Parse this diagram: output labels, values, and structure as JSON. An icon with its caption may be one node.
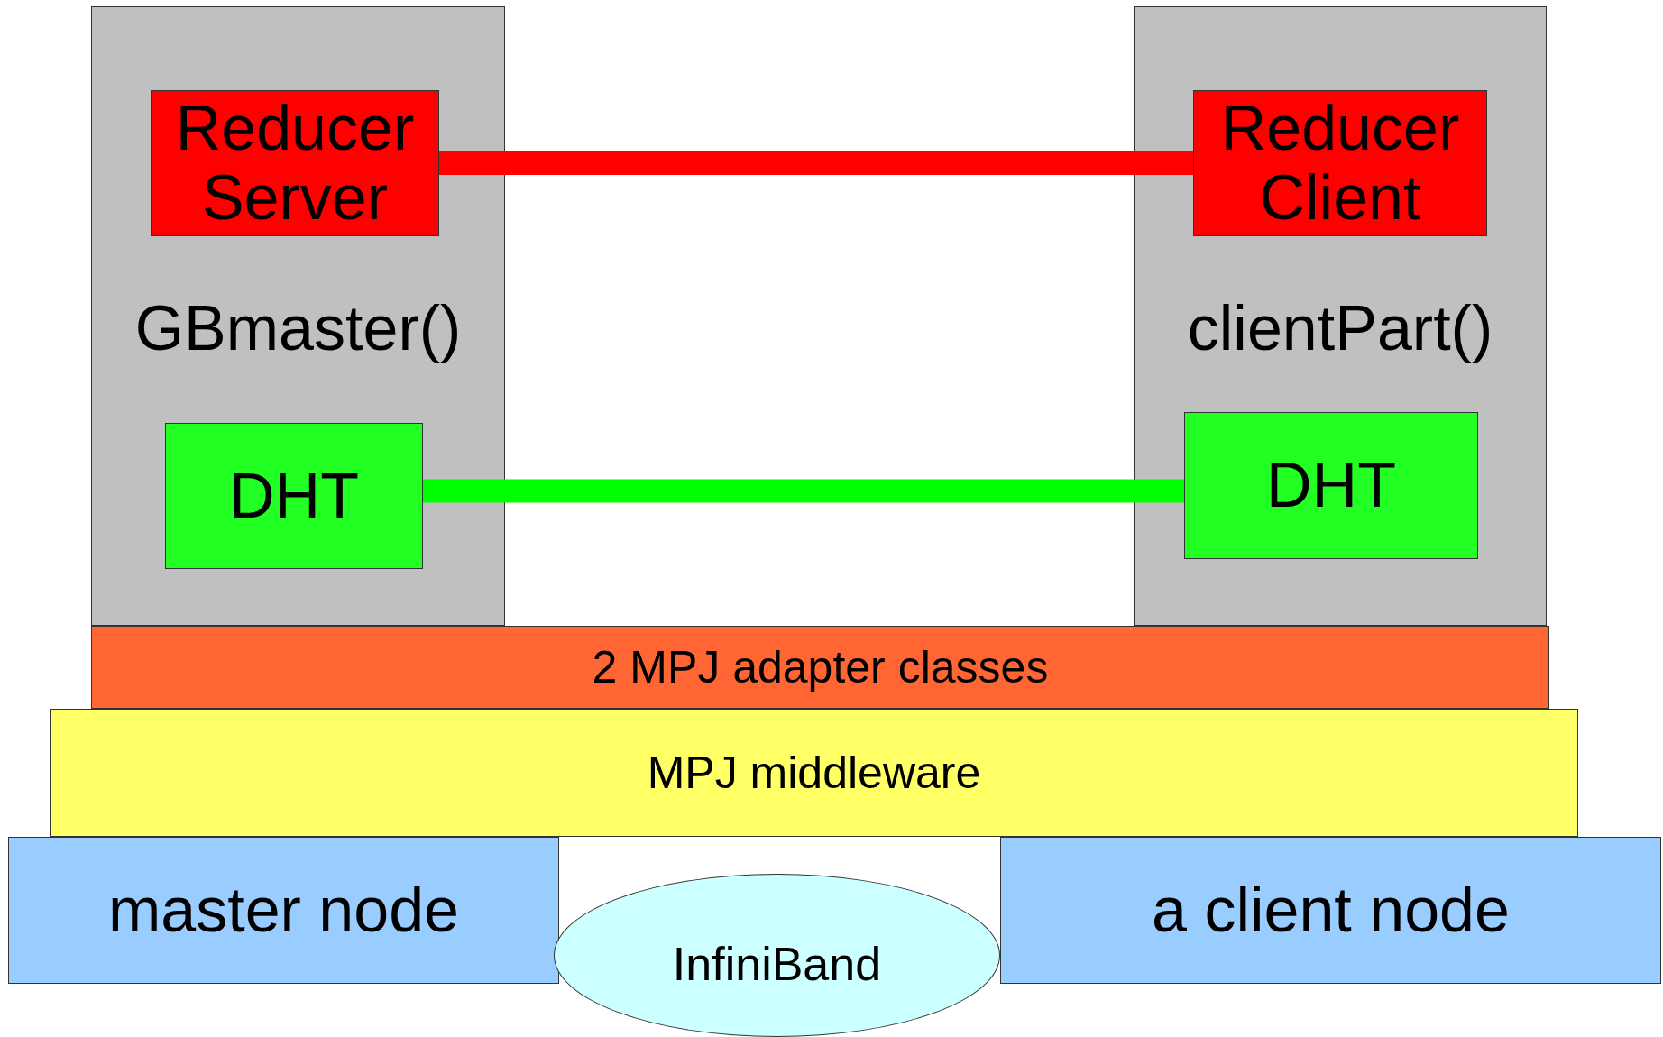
{
  "diagram": {
    "nodes": [
      {
        "text": [
          "GBmaster()"
        ]
      },
      {
        "text": [
          "Reducer Server"
        ],
        "in": 0
      },
      {
        "text": [
          "DHT"
        ],
        "in": 0
      },
      {
        "text": [
          "clientPart()"
        ]
      },
      {
        "text": [
          "Reducer Client"
        ],
        "in": 3
      },
      {
        "text": [
          "DHT"
        ],
        "in": 3
      },
      {
        "text": [
          "2 MPJ adapter classes"
        ]
      },
      {
        "text": [
          "MPJ middleware"
        ]
      },
      {
        "text": [
          "master node"
        ]
      },
      {
        "text": [
          "InfiniBand"
        ]
      },
      {
        "text": [
          "a client node"
        ]
      }
    ],
    "edges": [
      {
        "from": 1,
        "to": 4,
        "arrow": "none",
        "color": "#ff0000"
      },
      {
        "from": 2,
        "to": 5,
        "arrow": "none",
        "color": "#00ff00"
      }
    ]
  }
}
